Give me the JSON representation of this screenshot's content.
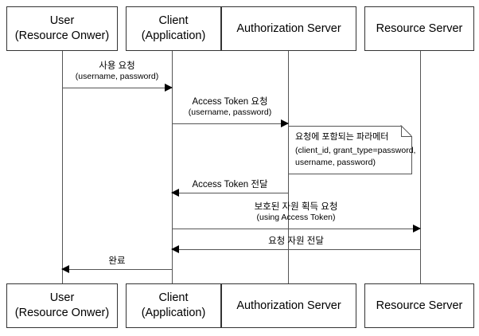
{
  "diagram": {
    "title": "OAuth2 Resource Owner Password Credentials Sequence Diagram",
    "colors": {
      "background": "#ffffff",
      "box_border": "#333333",
      "lifeline": "#555555",
      "arrow": "#000000",
      "text": "#000000"
    }
  },
  "participants": [
    {
      "id": "user",
      "line1": "User",
      "line2": "(Resource Onwer)"
    },
    {
      "id": "client",
      "line1": "Client",
      "line2": "(Application)"
    },
    {
      "id": "auth_server",
      "line1": "Authorization Server",
      "line2": ""
    },
    {
      "id": "resource_server",
      "line1": "Resource Server",
      "line2": ""
    }
  ],
  "messages": [
    {
      "id": "m1",
      "from": "user",
      "to": "client",
      "direction": "right",
      "line1": "사용 요청",
      "line2": "(username, password)"
    },
    {
      "id": "m2",
      "from": "client",
      "to": "auth_server",
      "direction": "right",
      "line1": "Access Token 요청",
      "line2": "(username, password)"
    },
    {
      "id": "m3",
      "from": "auth_server",
      "to": "client",
      "direction": "left",
      "line1": "Access Token 전달",
      "line2": ""
    },
    {
      "id": "m4",
      "from": "client",
      "to": "resource_server",
      "direction": "right",
      "line1": "보호된 자원 획득 요청",
      "line2": "(using Access Token)"
    },
    {
      "id": "m5",
      "from": "resource_server",
      "to": "client",
      "direction": "left",
      "line1": "요청 자원 전달",
      "line2": ""
    },
    {
      "id": "m6",
      "from": "client",
      "to": "user",
      "direction": "left",
      "line1": "완료",
      "line2": ""
    }
  ],
  "note": {
    "id": "note_params",
    "line1": "요청에 포함되는 파라메터",
    "line2": "(client_id, grant_type=password,",
    "line3": "username, password)"
  }
}
